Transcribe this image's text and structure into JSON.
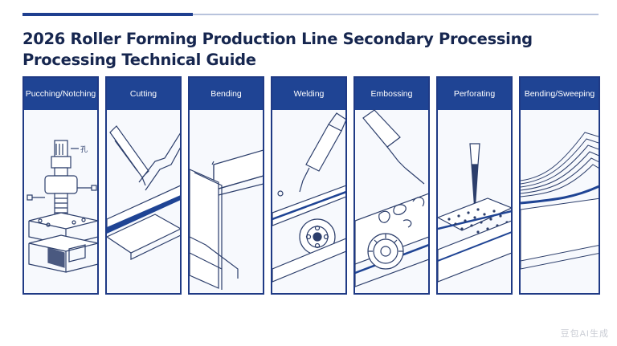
{
  "title": {
    "line1": "2026 Roller Forming Production Line Secondary Processing",
    "line2": "Processing Technical Guide"
  },
  "panels": [
    {
      "label": "Pucching/Notching",
      "icon": "punch-die-icon"
    },
    {
      "label": "Cutting",
      "icon": "cutting-blade-icon"
    },
    {
      "label": "Bending",
      "icon": "bent-plate-icon"
    },
    {
      "label": "Welding",
      "icon": "welding-torch-icon"
    },
    {
      "label": "Embossing",
      "icon": "embossing-roller-icon"
    },
    {
      "label": "Perforating",
      "icon": "perforating-punch-icon"
    },
    {
      "label": "Bending/Sweeping",
      "icon": "swept-sheet-icon"
    }
  ],
  "annotation": "孔",
  "watermark": "豆包AI生成",
  "colors": {
    "accent": "#1f4494",
    "ink": "#16264f",
    "line": "#2c3e6b"
  }
}
